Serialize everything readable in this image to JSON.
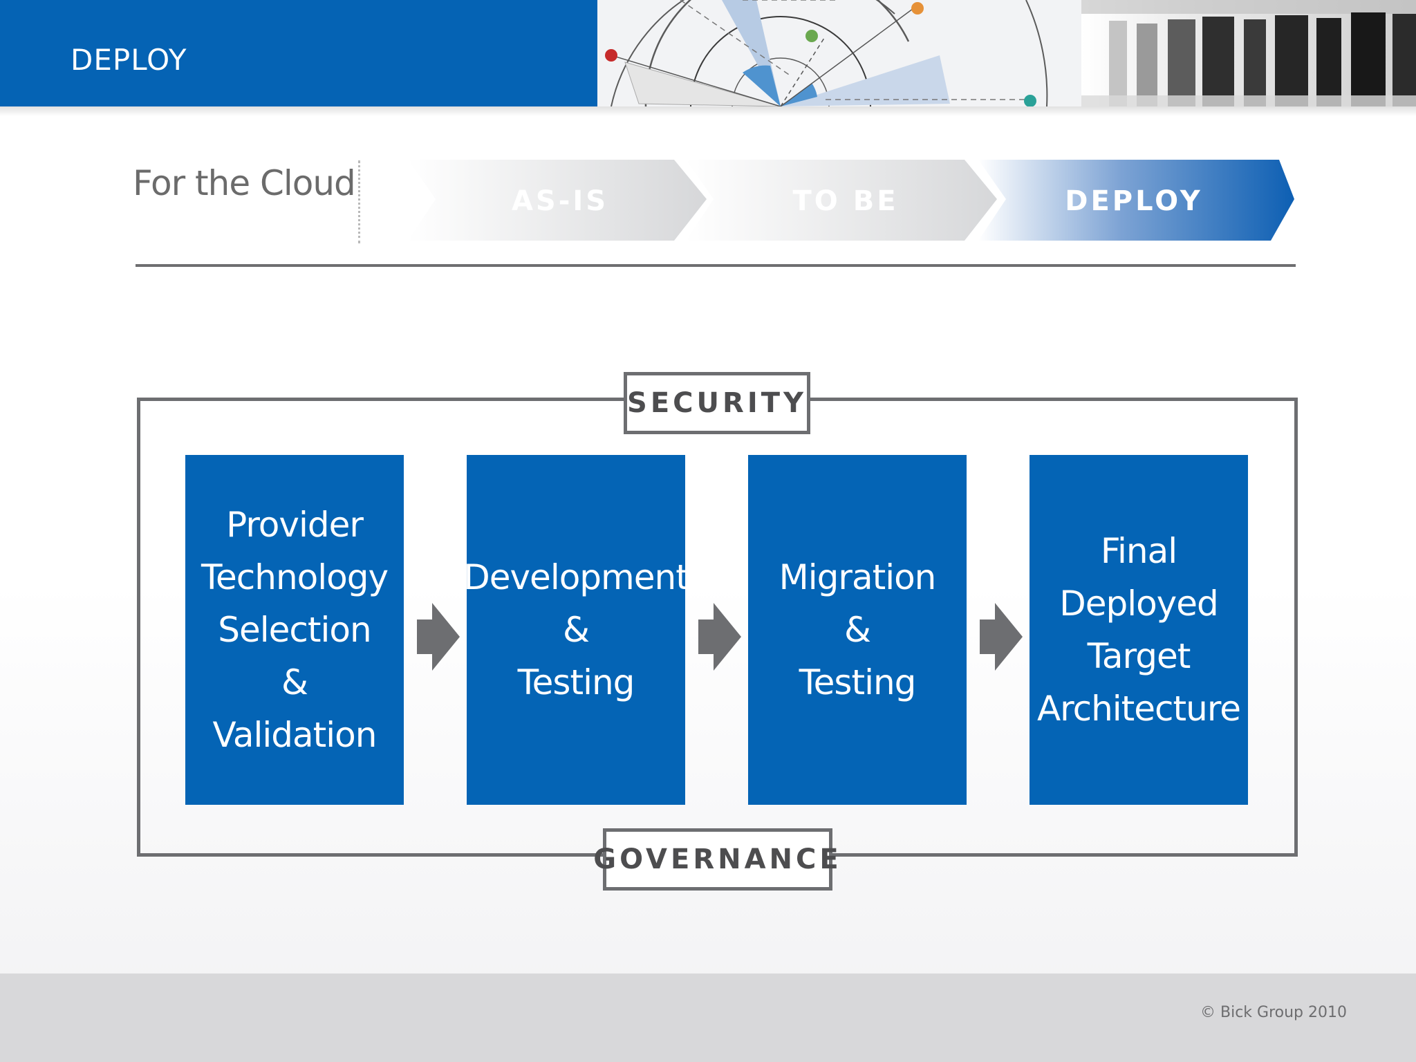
{
  "header": {
    "title": "DEPLOY",
    "band_color": "#0563b4"
  },
  "subtitle": "For the Cloud",
  "phases": [
    {
      "label": "AS-IS",
      "active": false
    },
    {
      "label": "TO BE",
      "active": false
    },
    {
      "label": "DEPLOY",
      "active": true
    }
  ],
  "frame": {
    "top_label": "SECURITY",
    "bottom_label": "GOVERNANCE"
  },
  "steps": [
    {
      "lines": [
        "Provider",
        "Technology",
        "Selection",
        "&",
        "Validation"
      ]
    },
    {
      "lines": [
        "Development",
        "&",
        "Testing"
      ]
    },
    {
      "lines": [
        "Migration",
        "&",
        "Testing"
      ]
    },
    {
      "lines": [
        "Final",
        "Deployed",
        "Target",
        "Architecture"
      ]
    }
  ],
  "colors": {
    "brand_blue": "#0464b5",
    "frame_gray": "#6d6e71",
    "arrow_gray": "#6d6e71"
  },
  "footer": {
    "copyright": "© Bick Group 2010"
  }
}
